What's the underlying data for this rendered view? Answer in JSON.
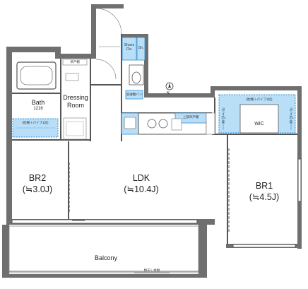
{
  "rooms": {
    "bath": {
      "name": "Bath",
      "size": "1216"
    },
    "dressing": {
      "line1": "Dressing",
      "line2": "Room"
    },
    "bedroom2": {
      "name": "BR2",
      "size": "(≒3.0J)"
    },
    "ldk": {
      "name": "LDK",
      "size": "(≒10.4J)"
    },
    "bedroom1": {
      "name": "BR1",
      "size": "(≒4.5J)"
    },
    "balcony": {
      "name": "Balcony",
      "note": "物干し金物"
    },
    "shoe_closet": {
      "line1": "Shoes",
      "line2": "Clo."
    },
    "shower": {
      "name": "Sh."
    },
    "wic": {
      "name": "WIC"
    }
  },
  "storage_notes": {
    "bath_shelf": "(枕棚＋パイプ1段)",
    "br1_shelf": "(枕棚＋パイプ1段)",
    "br1_left_pipe": "パイプ1段",
    "br1_right_pipe": "パイプ1段",
    "kitchen_cabinet": "上部吊戸棚",
    "upper_cabinet": "吊戸棚",
    "wm_pan": "洗濯機パン"
  },
  "compass": {
    "label": "N"
  },
  "colors": {
    "wall": "#6f6f6f",
    "storage_fill": "#b9def7",
    "storage_border": "#2f8fd6",
    "floor": "#ffffff",
    "line": "#555555"
  }
}
